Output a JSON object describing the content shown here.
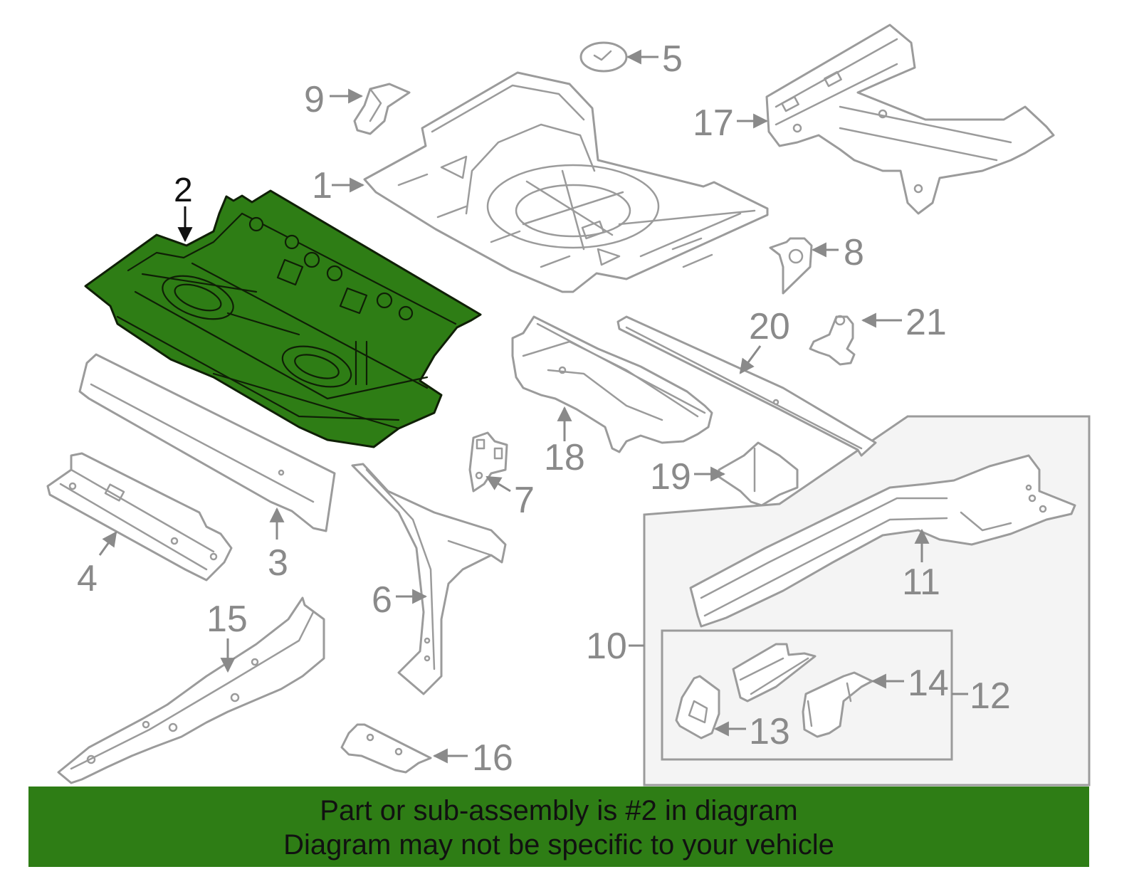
{
  "callouts": {
    "c1": "1",
    "c2": "2",
    "c3": "3",
    "c4": "4",
    "c5": "5",
    "c6": "6",
    "c7": "7",
    "c8": "8",
    "c9": "9",
    "c10": "10",
    "c11": "11",
    "c12": "12",
    "c13": "13",
    "c14": "14",
    "c15": "15",
    "c16": "16",
    "c17": "17",
    "c18": "18",
    "c19": "19",
    "c20": "20",
    "c21": "21"
  },
  "highlight": {
    "part": "2",
    "color": "#2e7d15"
  },
  "footer": {
    "line1": "Part or sub-assembly is #2 in diagram",
    "line2": "Diagram may not be specific to your vehicle"
  }
}
